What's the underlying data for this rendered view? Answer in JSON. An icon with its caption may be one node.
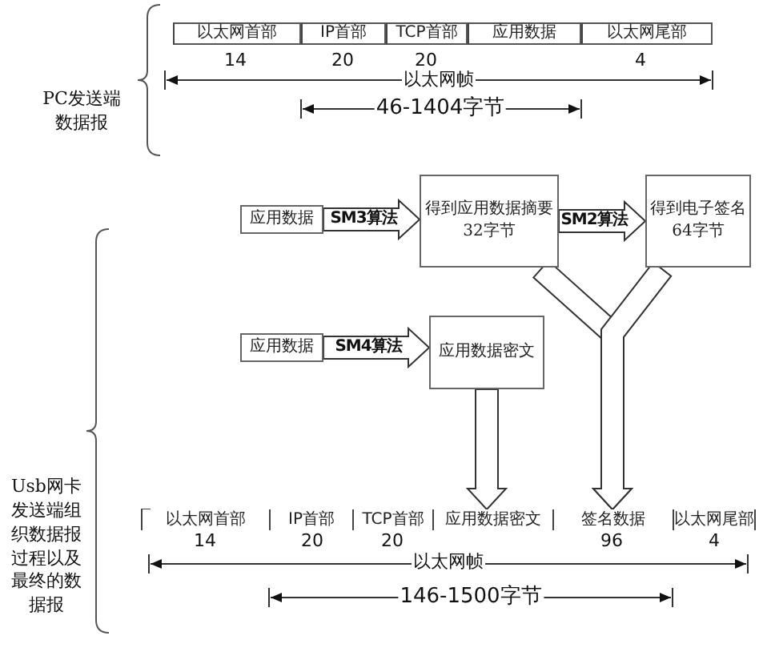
{
  "diagram": {
    "nodes": [
      {
        "text": [
          "以太网首部"
        ]
      },
      {
        "text": [
          "IP首部"
        ]
      },
      {
        "text": [
          "TCP首部"
        ]
      },
      {
        "text": [
          "应用数据"
        ]
      },
      {
        "text": [
          "以太网尾部"
        ]
      },
      {
        "text": [
          "应用数据"
        ]
      },
      {
        "text": [
          "得到应用数据摘要 32字节"
        ]
      },
      {
        "text": [
          "得到电子签名 64字节"
        ]
      },
      {
        "text": [
          "应用数据"
        ]
      },
      {
        "text": [
          "应用数据密文"
        ]
      },
      {
        "text": [
          "以太网首部"
        ]
      },
      {
        "text": [
          "IP首部"
        ]
      },
      {
        "text": [
          "TCP首部"
        ]
      },
      {
        "text": [
          "应用数据密文"
        ]
      },
      {
        "text": [
          "签名数据"
        ]
      },
      {
        "text": [
          "以太网尾部"
        ]
      }
    ],
    "edges": [
      {
        "from": 5,
        "to": 6,
        "arrow": "to",
        "label": "SM3算法"
      },
      {
        "from": 6,
        "to": 7,
        "arrow": "to",
        "label": "SM2算法"
      },
      {
        "from": 8,
        "to": 9,
        "arrow": "to",
        "label": "SM4算法"
      },
      {
        "from": 9,
        "to": 13,
        "arrow": "to"
      },
      {
        "from": 6,
        "to": 14,
        "arrow": "to"
      },
      {
        "from": 7,
        "to": 14,
        "arrow": "to"
      }
    ],
    "labels": [
      "PC发送端数据报",
      "14",
      "20",
      "20",
      "4",
      "以太网帧",
      "46-1404字节",
      "Usb网卡发送端组织数据报过程以及最终的数据报",
      "14",
      "20",
      "20",
      "96",
      "4",
      "以太网帧",
      "146-1500字节"
    ]
  }
}
